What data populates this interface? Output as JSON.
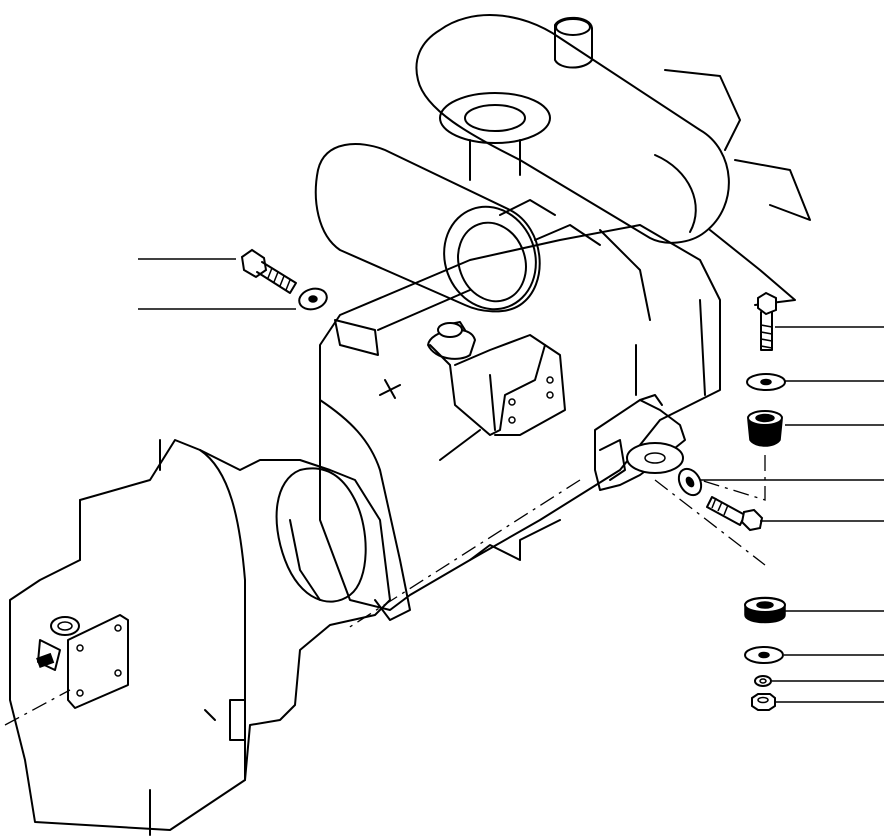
{
  "figure": {
    "type": "exploded parts illustration",
    "background_color": "#ffffff",
    "line_color": "#000000"
  },
  "callouts": {
    "left": [
      "bolt",
      "washer"
    ],
    "right": [
      "bolt",
      "washer",
      "rubber-cushion-upper",
      "washer",
      "bolt",
      "rubber-cushion-lower",
      "washer",
      "washer",
      "nut"
    ]
  }
}
